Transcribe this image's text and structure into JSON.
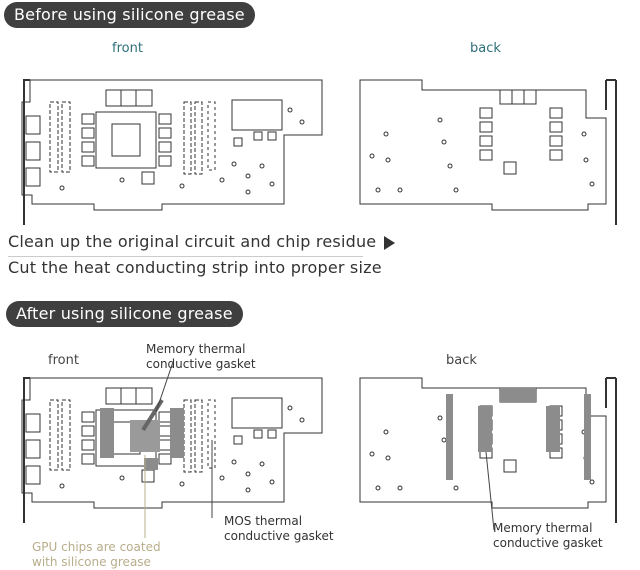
{
  "sections": {
    "before": {
      "title": "Before using silicone grease",
      "front_label": "front",
      "back_label": "back"
    },
    "after": {
      "title": "After using silicone grease",
      "front_label": "front",
      "back_label": "back"
    }
  },
  "steps": {
    "step1": "Clean up the original circuit and chip residue",
    "step2": "Cut the heat conducting strip into proper size"
  },
  "annotations": {
    "memory_front_l1": "Memory thermal",
    "memory_front_l2": "conductive gasket",
    "mos_l1": "MOS thermal",
    "mos_l2": "conductive gasket",
    "gpu_l1": "GPU chips are coated",
    "gpu_l2": "with silicone grease",
    "memory_back_l1": "Memory thermal",
    "memory_back_l2": "conductive gasket"
  },
  "colors": {
    "pill_bg": "#3f3f3f",
    "label_teal": "#2e6f7a",
    "gasket_gray": "#8c8c8c",
    "annotation_gold": "#b8ad8a"
  }
}
